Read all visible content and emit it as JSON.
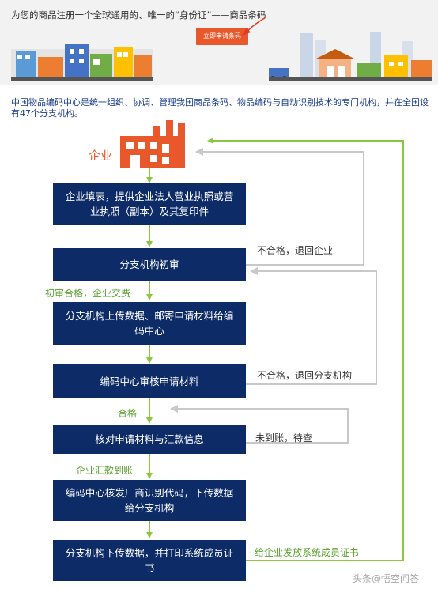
{
  "banner": {
    "headline": "为您的商品注册一个全球通用的、唯一的“身份证”——商品条码",
    "cta_label": "立即申请条码"
  },
  "intro": "中国物品编码中心是统一组织、协调、管理我国商品条码、物品编码与自动识别技术的专门机构，并在全国设有47个分支机构。",
  "flow": {
    "start": "企业",
    "steps": [
      "企业填表，提供企业法人营业执照或营业执照（副本）及其复印件",
      "分支机构初审",
      "分支机构上传数据、邮寄申请材料给编码中心",
      "编码中心审核申请材料",
      "核对申请材料与汇款信息",
      "编码中心核发厂商识别代码，下传数据给分支机构",
      "分支机构下传数据，并打印系统成员证书"
    ],
    "pass_labels": [
      "初审合格，企业交费",
      "合格",
      "企业汇款到账"
    ],
    "return_labels": [
      "不合格，退回企业",
      "不合格，退回分支机构",
      "未到账，待查"
    ],
    "final_label": "给企业发放系统成员证书"
  },
  "watermark": "头条@悟空问答",
  "colors": {
    "box": "#0d2b66",
    "green": "#8cc63f",
    "gray_line": "#c8c8c8",
    "accent": "#e8582a",
    "intro_text": "#1a3b8a"
  }
}
